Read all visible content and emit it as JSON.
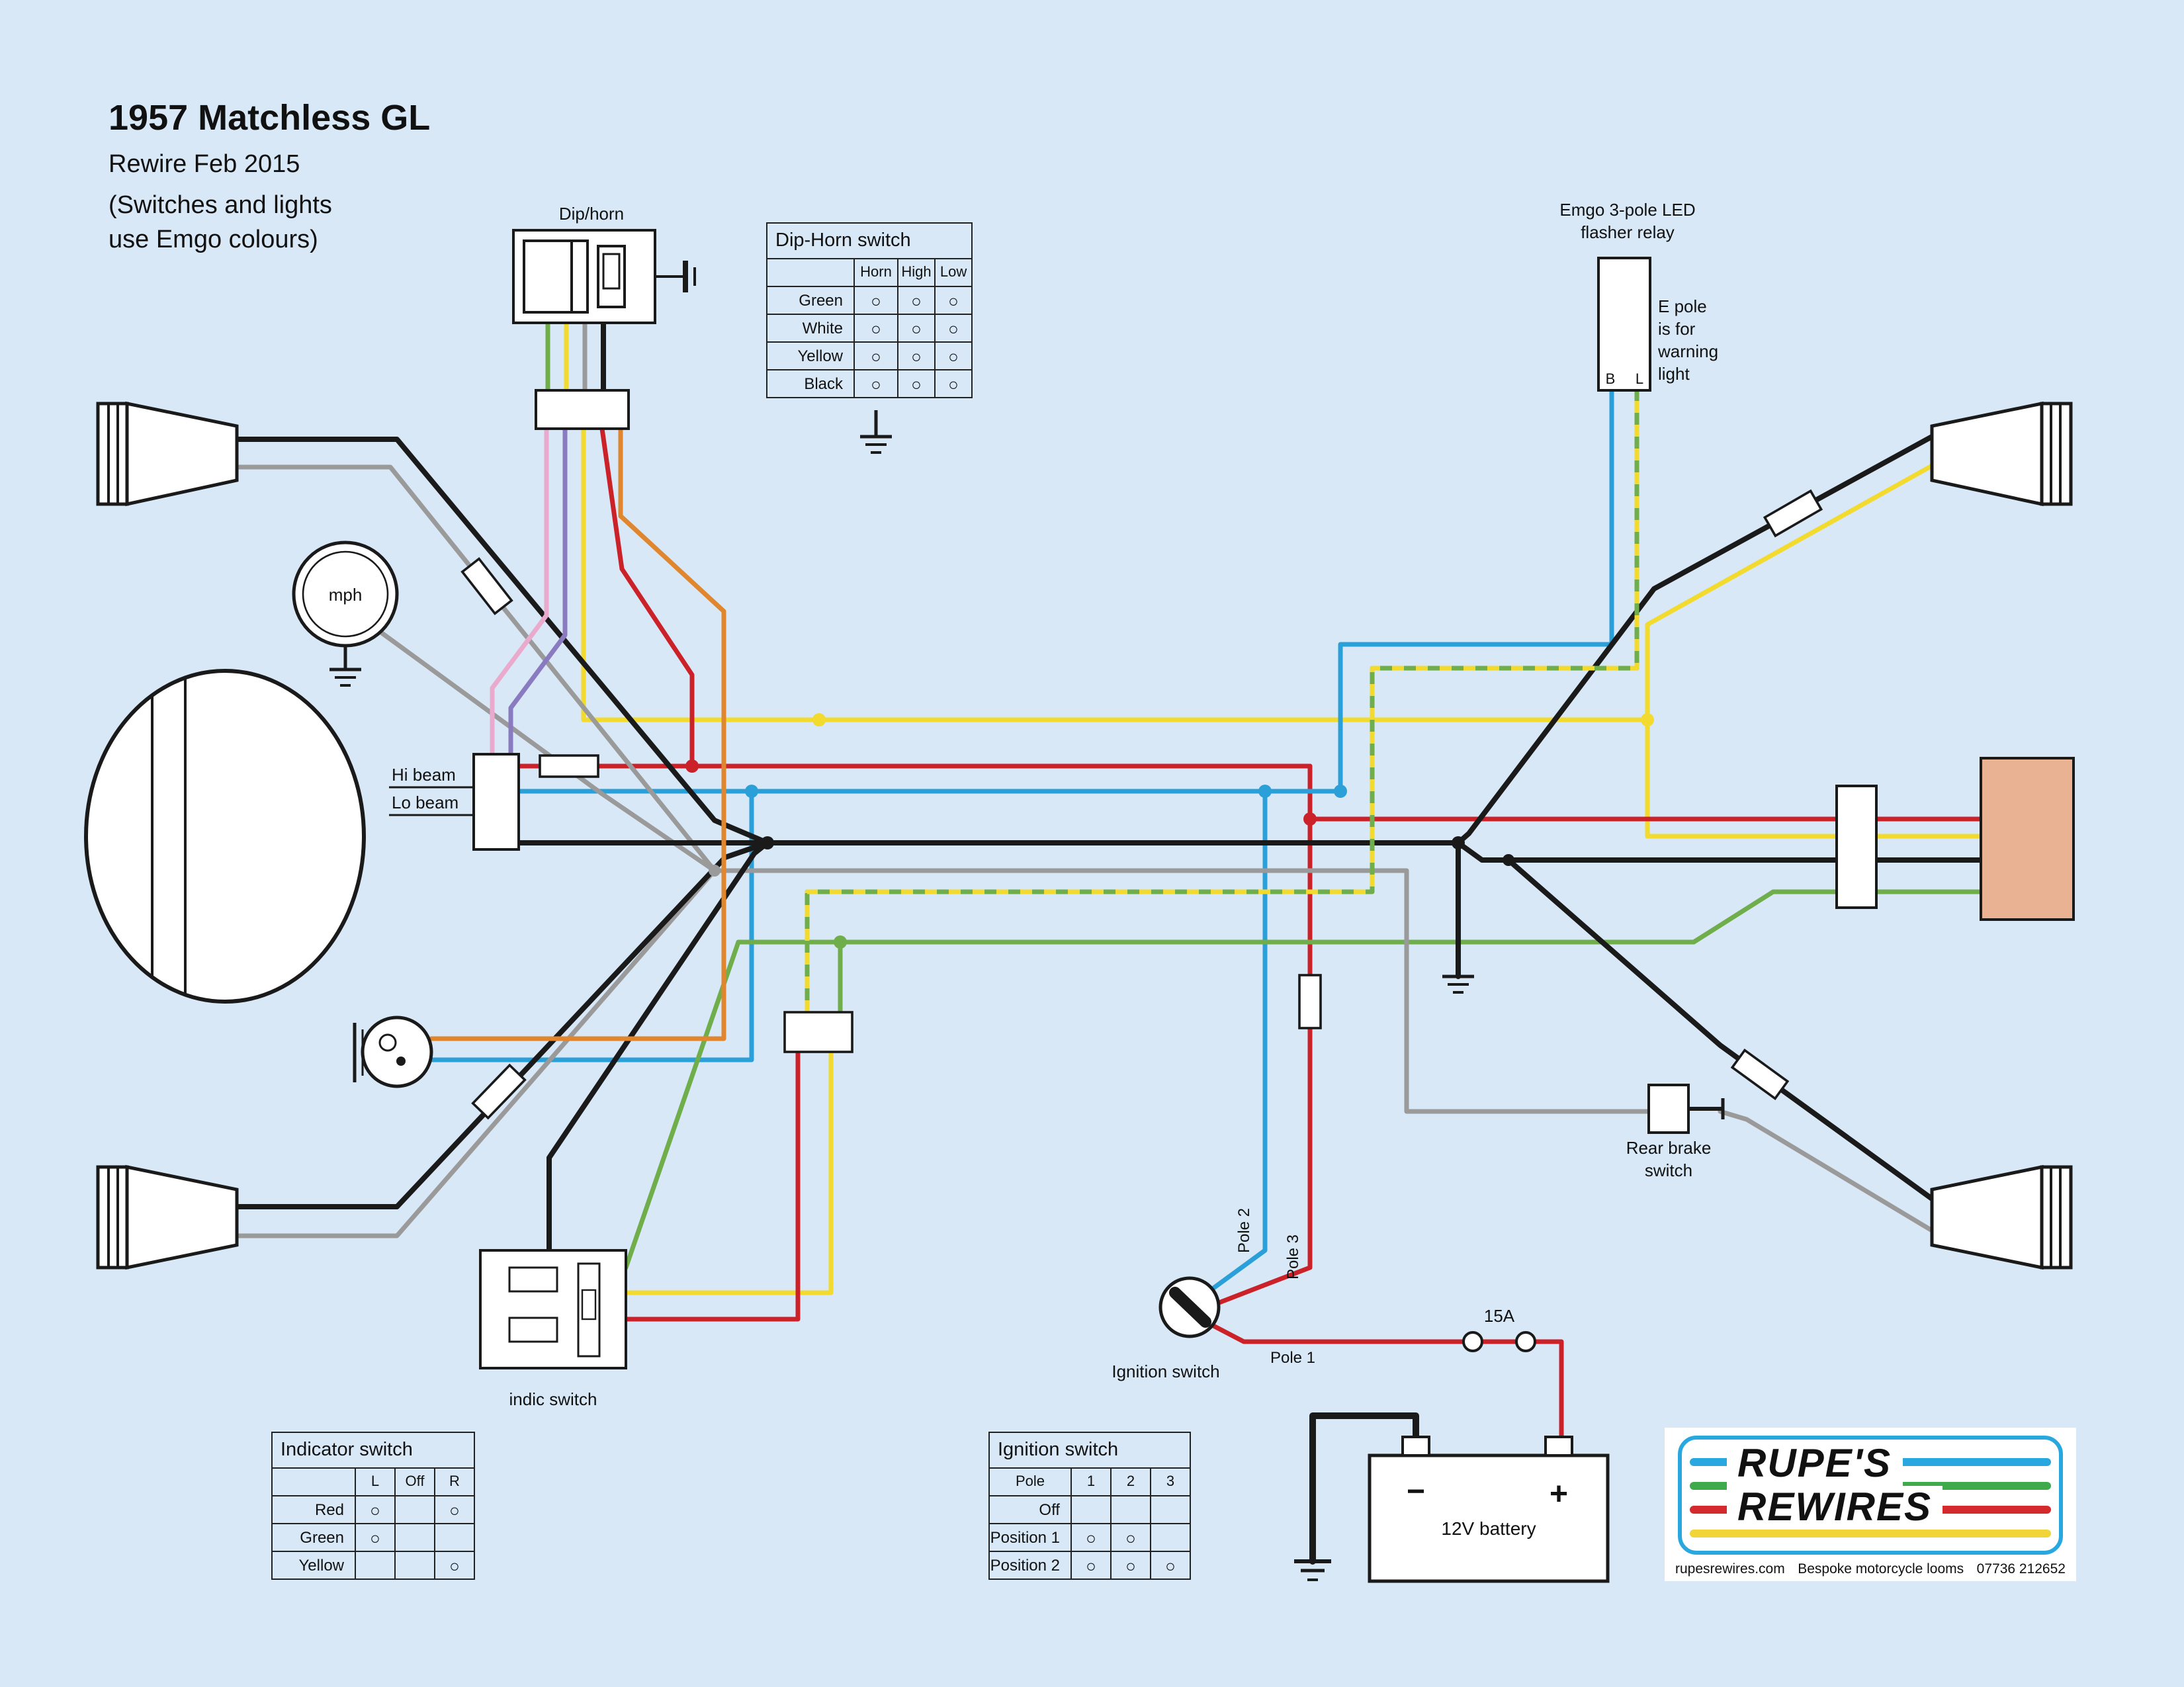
{
  "palette": {
    "background": "#d8e8f6",
    "yellow": "#f2da2e",
    "red": "#cb2229",
    "blue": "#2a9fd8",
    "green": "#6fae4b",
    "black": "#1a1a1a",
    "grey": "#9a9a9a",
    "pink": "#eaaacd",
    "purple": "#8a7bc0",
    "orange": "#e0862f",
    "tan": "#e9b393",
    "logo_blue": "#29a8e0",
    "logo_green": "#3faa4c",
    "logo_red": "#d42a2e",
    "logo_yellow": "#f0d43a"
  },
  "header": {
    "title": "1957 Matchless GL",
    "subtitle": "Rewire Feb 2015",
    "note_line1": "(Switches and lights",
    "note_line2": "use Emgo colours)"
  },
  "dip_horn": {
    "label": "Dip/horn"
  },
  "dip_horn_table": {
    "title": "Dip-Horn switch",
    "cols": [
      "Horn",
      "High",
      "Low"
    ],
    "rows": [
      {
        "label": "Green",
        "cells": [
          "○",
          "○",
          "○"
        ]
      },
      {
        "label": "White",
        "cells": [
          "○",
          "○",
          "○"
        ]
      },
      {
        "label": "Yellow",
        "cells": [
          "○",
          "○",
          "○"
        ]
      },
      {
        "label": "Black",
        "cells": [
          "○",
          "○",
          "○"
        ]
      }
    ]
  },
  "flasher": {
    "title_line1": "Emgo 3-pole LED",
    "title_line2": "flasher relay",
    "terminal_b": "B",
    "terminal_l": "L",
    "note_line1": "E pole",
    "note_line2": "is for",
    "note_line3": "warning",
    "note_line4": "light"
  },
  "speedo": {
    "label": "mph"
  },
  "headlamp": {
    "hi_beam": "Hi beam",
    "lo_beam": "Lo beam"
  },
  "indicator_switch": {
    "label": "indic switch"
  },
  "indicator_table": {
    "title": "Indicator switch",
    "cols": [
      "L",
      "Off",
      "R"
    ],
    "rows": [
      {
        "label": "Red",
        "cells": [
          "○",
          "",
          "○"
        ]
      },
      {
        "label": "Green",
        "cells": [
          "○",
          "",
          ""
        ]
      },
      {
        "label": "Yellow",
        "cells": [
          "",
          "",
          "○"
        ]
      }
    ]
  },
  "ignition_table": {
    "title": "Ignition switch",
    "cols": [
      "Pole",
      "1",
      "2",
      "3"
    ],
    "rows": [
      {
        "label": "Off",
        "cells": [
          "",
          "",
          ""
        ]
      },
      {
        "label": "Position 1",
        "cells": [
          "○",
          "○",
          ""
        ]
      },
      {
        "label": "Position 2",
        "cells": [
          "○",
          "○",
          "○"
        ]
      }
    ]
  },
  "ignition": {
    "label": "Ignition switch",
    "pole1": "Pole 1",
    "pole2": "Pole 2",
    "pole3": "Pole 3"
  },
  "fuse": {
    "label": "15A"
  },
  "battery": {
    "label": "12V battery",
    "minus": "−",
    "plus": "+"
  },
  "rear_brake": {
    "label_line1": "Rear brake",
    "label_line2": "switch"
  },
  "logo": {
    "name_line1": "RUPE'S",
    "name_line2": "REWIRES",
    "website": "rupesrewires.com",
    "tagline": "Bespoke motorcycle looms",
    "phone": "07736 212652"
  }
}
